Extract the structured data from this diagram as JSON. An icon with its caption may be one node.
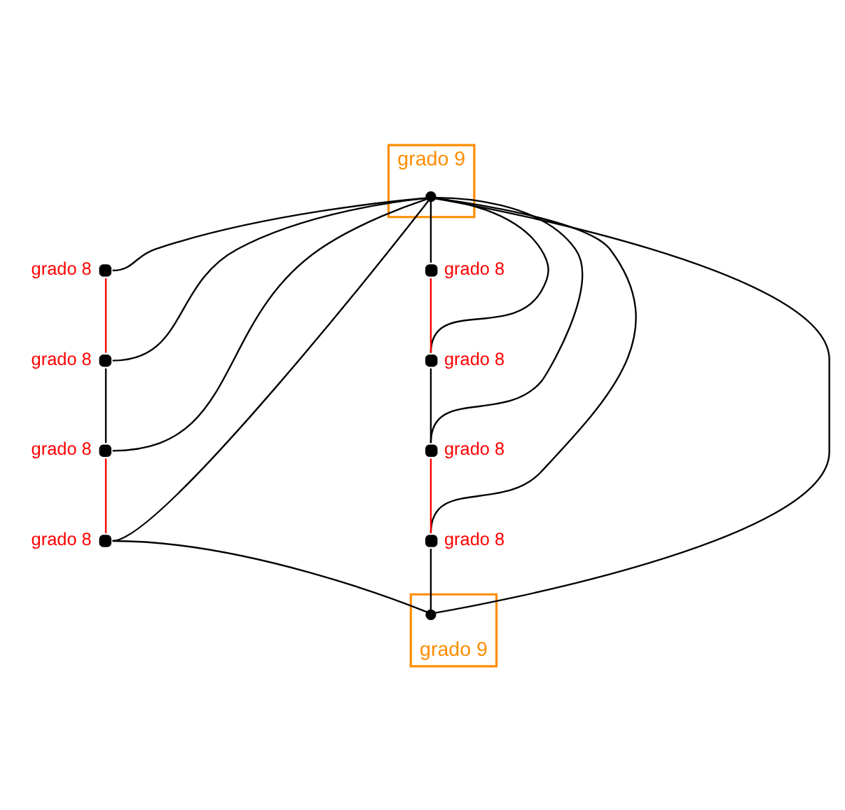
{
  "diagram": {
    "nodes": [
      {
        "text": [
          "grado 9"
        ]
      },
      {
        "text": [],
        "shape": "circle",
        "in": 0
      },
      {
        "text": [],
        "shape": "circle",
        "beside": [
          "grado 8"
        ]
      },
      {
        "text": [],
        "shape": "circle",
        "beside": [
          "grado 8"
        ]
      },
      {
        "text": [],
        "shape": "circle",
        "beside": [
          "grado 8"
        ]
      },
      {
        "text": [],
        "shape": "circle",
        "beside": [
          "grado 8"
        ]
      },
      {
        "text": [],
        "shape": "circle",
        "beside": [
          "grado 8"
        ]
      },
      {
        "text": [],
        "shape": "circle",
        "beside": [
          "grado 8"
        ]
      },
      {
        "text": [],
        "shape": "circle",
        "beside": [
          "grado 8"
        ]
      },
      {
        "text": [],
        "shape": "circle",
        "beside": [
          "grado 8"
        ]
      },
      {
        "text": [
          "grado 9"
        ]
      },
      {
        "text": [],
        "shape": "circle",
        "in": 10
      }
    ],
    "edges": [
      {
        "from": 1,
        "to": 2,
        "arrow": "none"
      },
      {
        "from": 1,
        "to": 3,
        "arrow": "none"
      },
      {
        "from": 1,
        "to": 4,
        "arrow": "none"
      },
      {
        "from": 1,
        "to": 5,
        "arrow": "none"
      },
      {
        "from": 1,
        "to": 11,
        "arrow": "none"
      },
      {
        "from": 1,
        "to": 9,
        "arrow": "none"
      },
      {
        "from": 1,
        "to": 8,
        "arrow": "none"
      },
      {
        "from": 1,
        "to": 7,
        "arrow": "none"
      },
      {
        "from": 1,
        "to": 6,
        "arrow": "none"
      },
      {
        "from": 2,
        "to": 3,
        "arrow": "none",
        "color": "#ff0000"
      },
      {
        "from": 3,
        "to": 4,
        "arrow": "none"
      },
      {
        "from": 4,
        "to": 5,
        "arrow": "none",
        "color": "#ff0000"
      },
      {
        "from": 5,
        "to": 11,
        "arrow": "none"
      },
      {
        "from": 6,
        "to": 7,
        "arrow": "none",
        "color": "#ff0000"
      },
      {
        "from": 7,
        "to": 8,
        "arrow": "none"
      },
      {
        "from": 8,
        "to": 9,
        "arrow": "none",
        "color": "#ff0000"
      },
      {
        "from": 9,
        "to": 11,
        "arrow": "none"
      }
    ]
  }
}
